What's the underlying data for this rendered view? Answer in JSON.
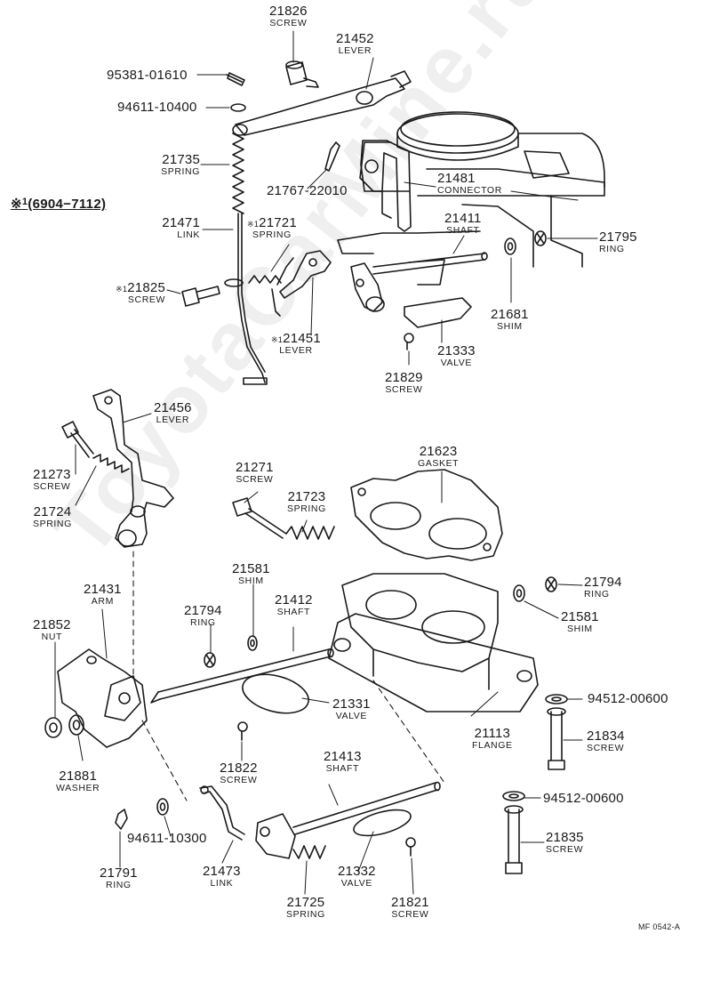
{
  "watermark": "ToyotaCarMine.ru",
  "series_note": {
    "mark": "※",
    "code": "1",
    "range": "(6904−7112)"
  },
  "figure_code": "MF 0542-A",
  "parts": {
    "p21826": {
      "number": "21826",
      "name": "SCREW"
    },
    "p21452": {
      "number": "21452",
      "name": "LEVER"
    },
    "p9538101610": {
      "number": "95381-01610"
    },
    "p9461110400": {
      "number": "94611-10400"
    },
    "p21735": {
      "number": "21735",
      "name": "SPRING"
    },
    "p2176722010": {
      "number": "21767-22010"
    },
    "p21481": {
      "number": "21481",
      "name": "CONNECTOR"
    },
    "p21471": {
      "number": "21471",
      "name": "LINK"
    },
    "p21721": {
      "number": "21721",
      "name": "SPRING",
      "mark": "※1"
    },
    "p21411": {
      "number": "21411",
      "name": "SHAFT"
    },
    "p21795": {
      "number": "21795",
      "name": "RING"
    },
    "p21825": {
      "number": "21825",
      "name": "SCREW",
      "mark": "※1"
    },
    "p21681": {
      "number": "21681",
      "name": "SHIM"
    },
    "p21451": {
      "number": "21451",
      "name": "LEVER",
      "mark": "※1"
    },
    "p21333": {
      "number": "21333",
      "name": "VALVE"
    },
    "p21829": {
      "number": "21829",
      "name": "SCREW"
    },
    "p21456": {
      "number": "21456",
      "name": "LEVER"
    },
    "p21273": {
      "number": "21273",
      "name": "SCREW"
    },
    "p21724": {
      "number": "21724",
      "name": "SPRING"
    },
    "p21271": {
      "number": "21271",
      "name": "SCREW"
    },
    "p21623": {
      "number": "21623",
      "name": "GASKET"
    },
    "p21723": {
      "number": "21723",
      "name": "SPRING"
    },
    "p21581a": {
      "number": "21581",
      "name": "SHIM"
    },
    "p21794a": {
      "number": "21794",
      "name": "RING"
    },
    "p21431": {
      "number": "21431",
      "name": "ARM"
    },
    "p21412": {
      "number": "21412",
      "name": "SHAFT"
    },
    "p21794b": {
      "number": "21794",
      "name": "RING"
    },
    "p21581b": {
      "number": "21581",
      "name": "SHIM"
    },
    "p21852": {
      "number": "21852",
      "name": "NUT"
    },
    "p21331": {
      "number": "21331",
      "name": "VALVE"
    },
    "p21113": {
      "number": "21113",
      "name": "FLANGE"
    },
    "p9451200600a": {
      "number": "94512-00600"
    },
    "p21834": {
      "number": "21834",
      "name": "SCREW"
    },
    "p21822": {
      "number": "21822",
      "name": "SCREW"
    },
    "p21881": {
      "number": "21881",
      "name": "WASHER"
    },
    "p21413": {
      "number": "21413",
      "name": "SHAFT"
    },
    "p9451200600b": {
      "number": "94512-00600"
    },
    "p9461110300": {
      "number": "94611-10300"
    },
    "p21835": {
      "number": "21835",
      "name": "SCREW"
    },
    "p21791": {
      "number": "21791",
      "name": "RING"
    },
    "p21473": {
      "number": "21473",
      "name": "LINK"
    },
    "p21332": {
      "number": "21332",
      "name": "VALVE"
    },
    "p21725": {
      "number": "21725",
      "name": "SPRING"
    },
    "p21821": {
      "number": "21821",
      "name": "SCREW"
    }
  }
}
